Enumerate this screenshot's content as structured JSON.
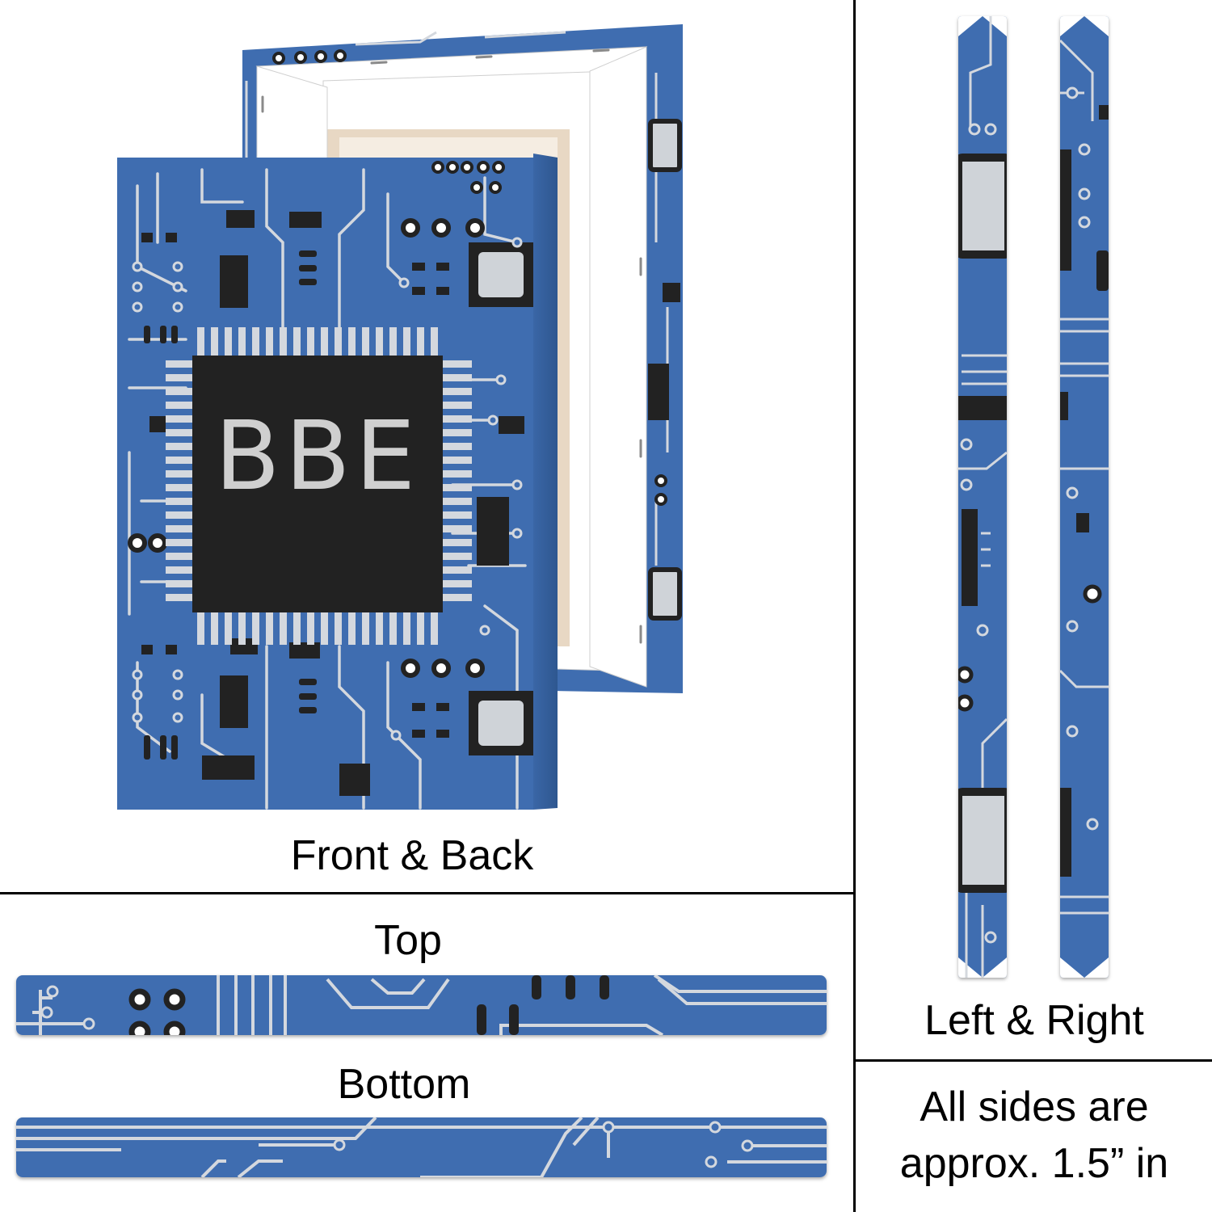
{
  "monogram": "BBE",
  "labels": {
    "front_back": "Front & Back",
    "top": "Top",
    "bottom": "Bottom",
    "left_right": "Left & Right",
    "note_line1": "All sides are",
    "note_line2": "approx. 1.5” in"
  },
  "colors": {
    "board_blue": "#3f6db0",
    "trace": "#d4d8de",
    "chip": "#222222",
    "chip_text": "#cfcfcf",
    "frame_white": "#ffffff",
    "wood": "#e8d8c4"
  }
}
